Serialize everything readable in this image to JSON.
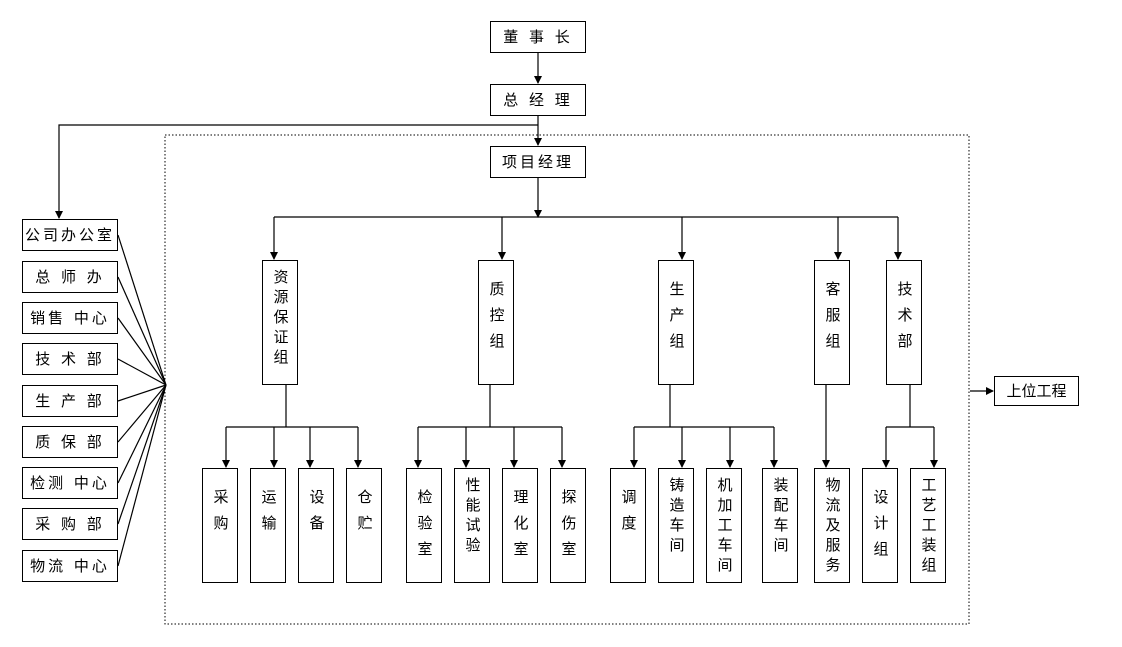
{
  "top": {
    "chairman": "董 事 长",
    "general_manager": "总 经 理",
    "project_manager": "项目经理"
  },
  "side_departments": [
    "公司办公室",
    "总 师 办",
    "销售 中心",
    "技 术 部",
    "生 产 部",
    "质 保 部",
    "检测 中心",
    "采 购 部",
    "物流 中心"
  ],
  "groups": [
    {
      "label": "资源保证组",
      "subs": [
        "采购",
        "运输",
        "设备",
        "仓贮"
      ]
    },
    {
      "label": "质控组",
      "subs": [
        "检验室",
        "性能试验",
        "理化室",
        "探伤室"
      ]
    },
    {
      "label": "生产组",
      "subs": [
        "调度",
        "铸造车间",
        "机加工车间",
        "装配车间"
      ]
    },
    {
      "label": "客服组",
      "subs": [
        "物流及服务"
      ]
    },
    {
      "label": "技术部",
      "subs": [
        "设计组",
        "工艺工装组"
      ]
    }
  ],
  "upstream": "上位工程",
  "colors": {
    "line": "#000000",
    "box_bg": "#ffffff",
    "dotted_border": "#000000"
  }
}
